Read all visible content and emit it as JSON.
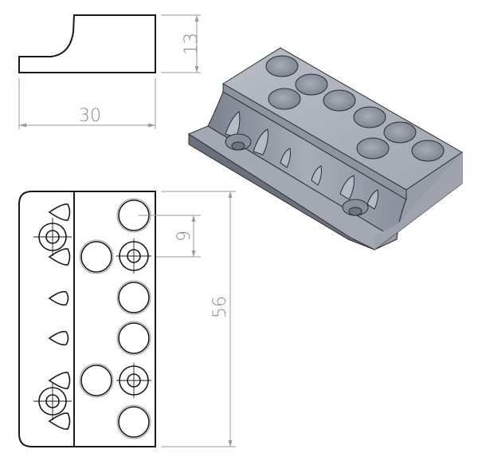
{
  "drawing": {
    "type": "engineering drawing",
    "views": [
      "side-view",
      "isometric-view",
      "top-view"
    ],
    "dimensions": {
      "side_height": "13",
      "side_width": "30",
      "top_length": "56",
      "hole_spacing": "9"
    }
  },
  "colors": {
    "line": "#1a1a1a",
    "dimension": "#9a9a9a",
    "model_top": "#a9aeb9",
    "model_side": "#8d939f",
    "model_dark": "#5d636e"
  }
}
